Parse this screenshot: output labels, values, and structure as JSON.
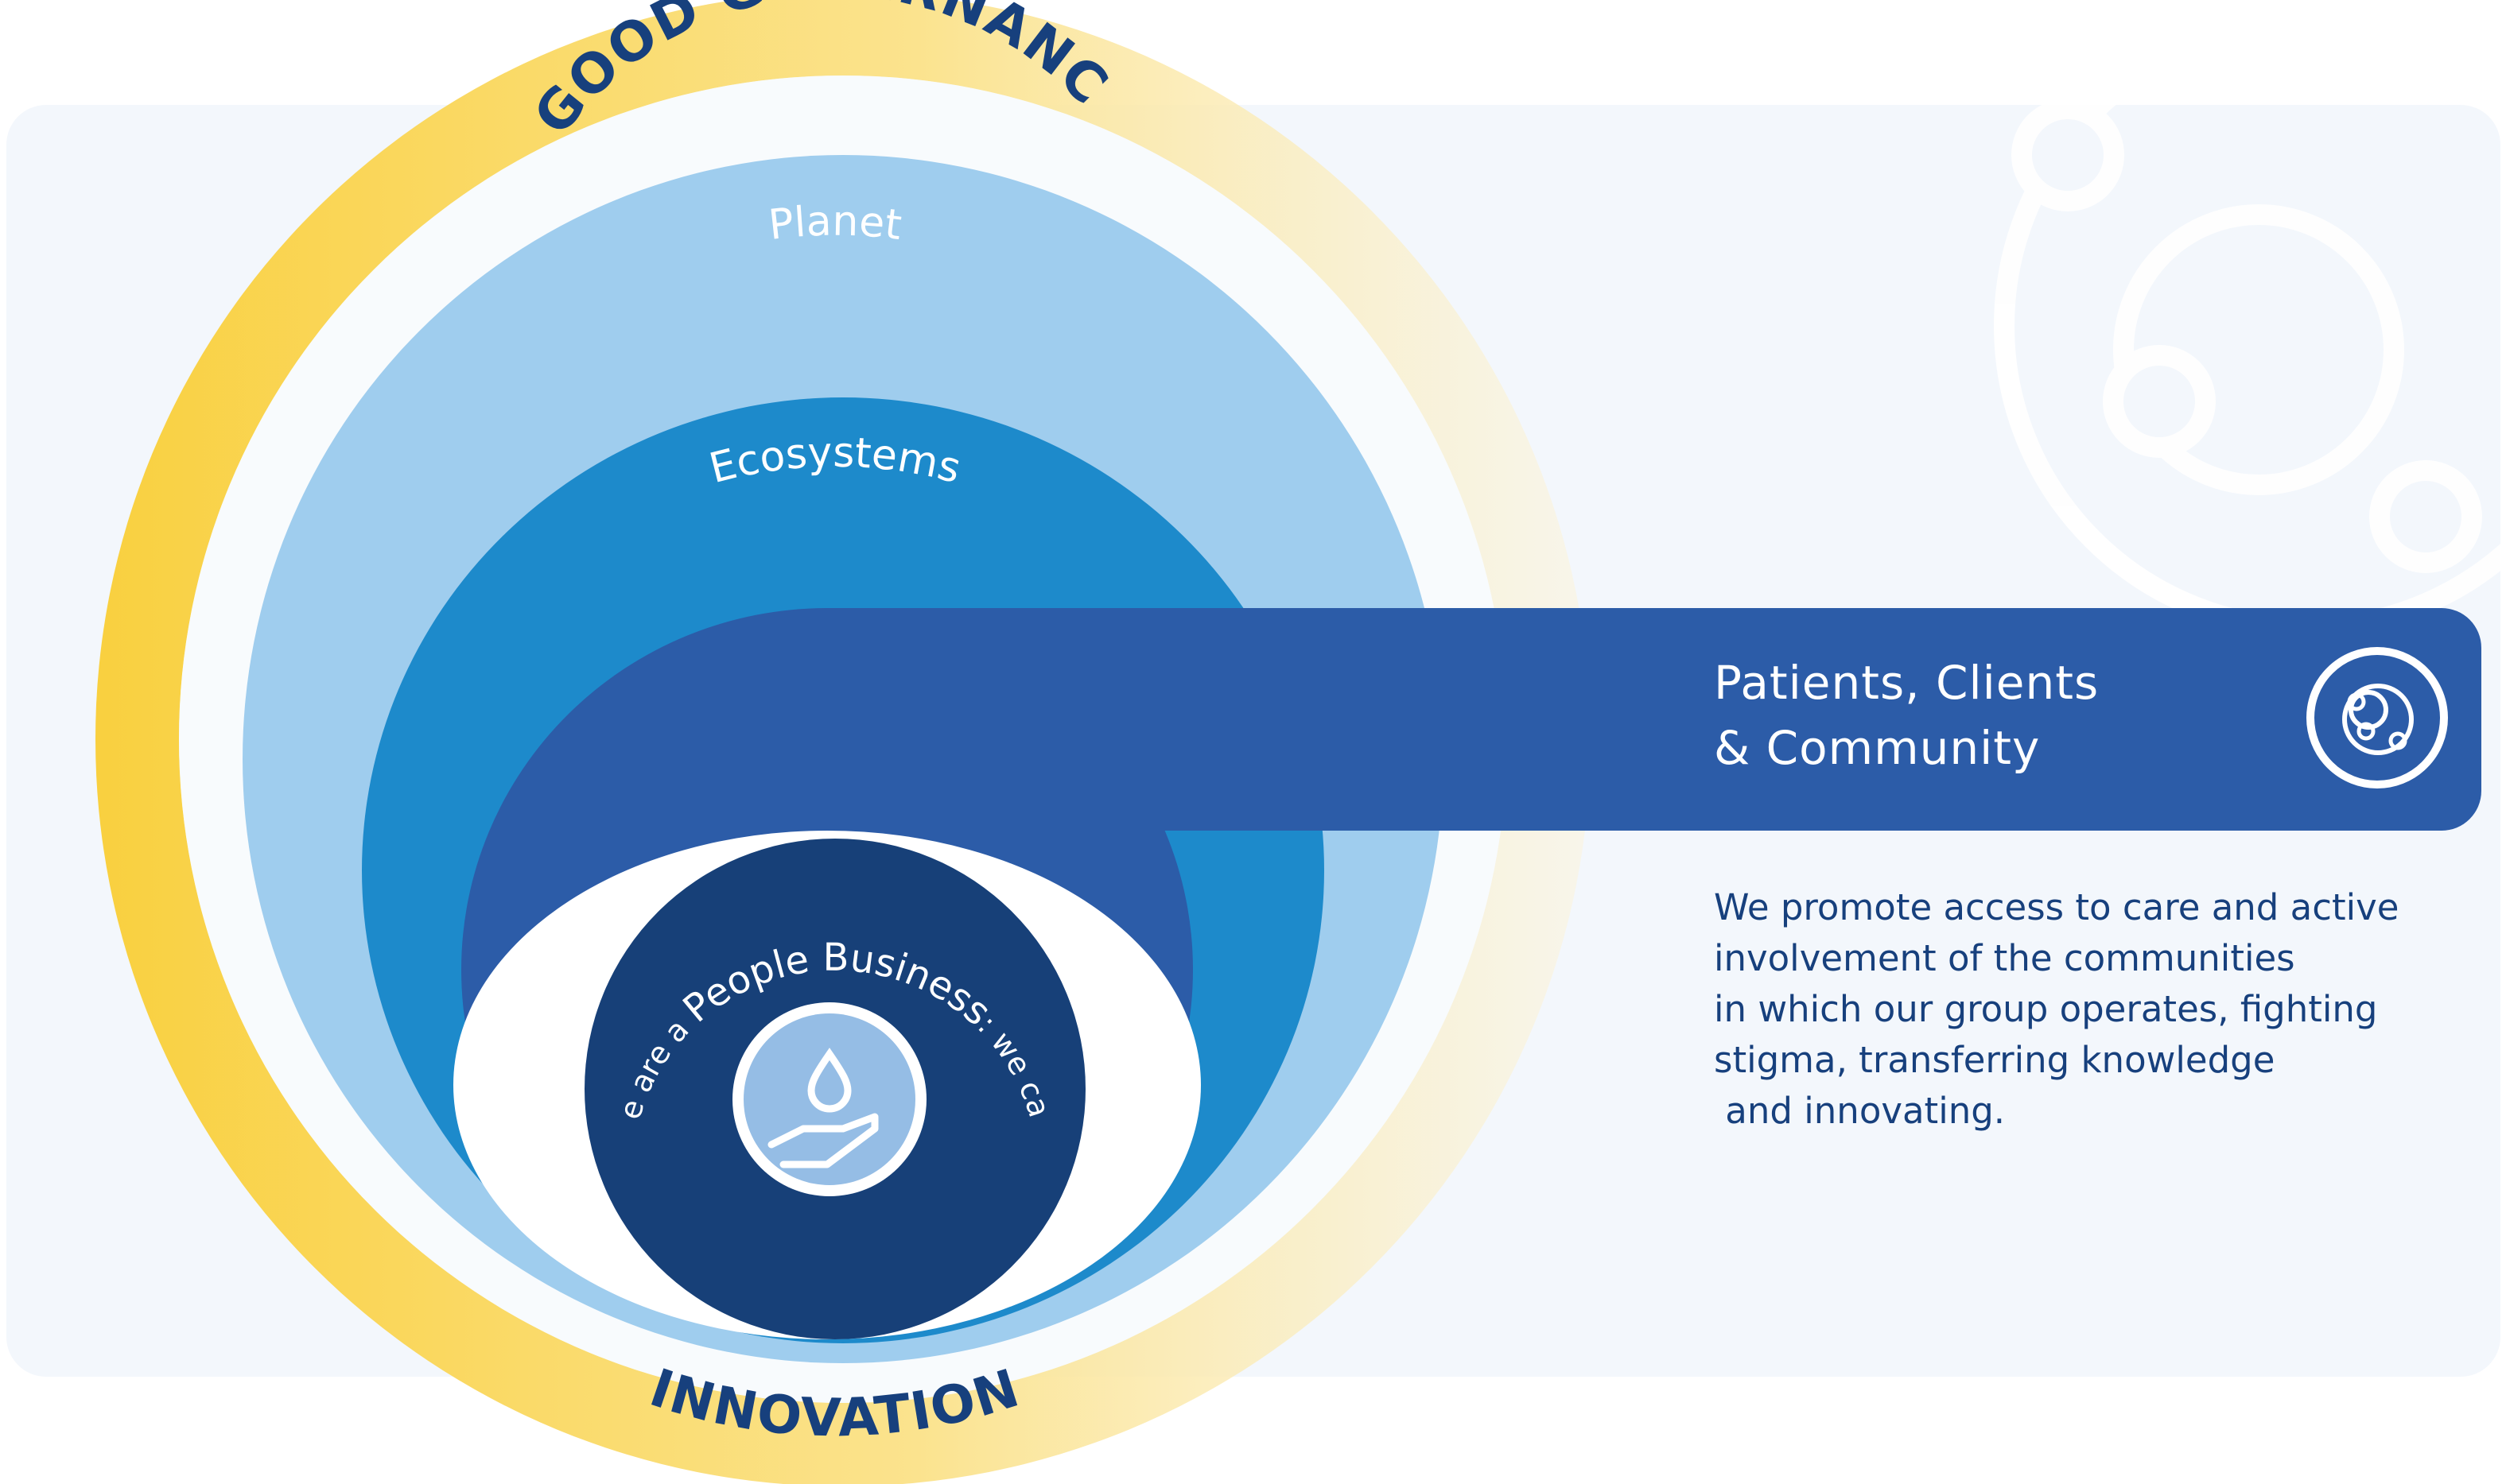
{
  "outer_ring": {
    "top_label": "GOOD GOVERNANCE",
    "bottom_label": "INNOVATION",
    "color": "#f9d247"
  },
  "layers": {
    "planet": {
      "label": "Planet",
      "color": "#9fcdee"
    },
    "ecosystems": {
      "label": "Ecosystems",
      "color": "#1d8acb"
    },
    "patients": {
      "label_line1": "Patients, Clients",
      "label_line2": "& Community",
      "color": "#2c5ca8",
      "icon": "orbit-circles-icon"
    },
    "core": {
      "arc_text_part1": "We are a ",
      "arc_text_part2": "People Business",
      "arc_text_part3": ": we care",
      "color": "#174078",
      "icon": "hand-drop-icon"
    }
  },
  "description": {
    "lines": [
      "We promote access to care and active",
      "involvement of the communities",
      "in which our group operates, fighting",
      "stigma, transferring knowledge",
      " and innovating."
    ],
    "color": "#17407d"
  },
  "background": {
    "panel_color": "#f3f7fc",
    "watermark_icon": "orbit-circles-icon"
  }
}
